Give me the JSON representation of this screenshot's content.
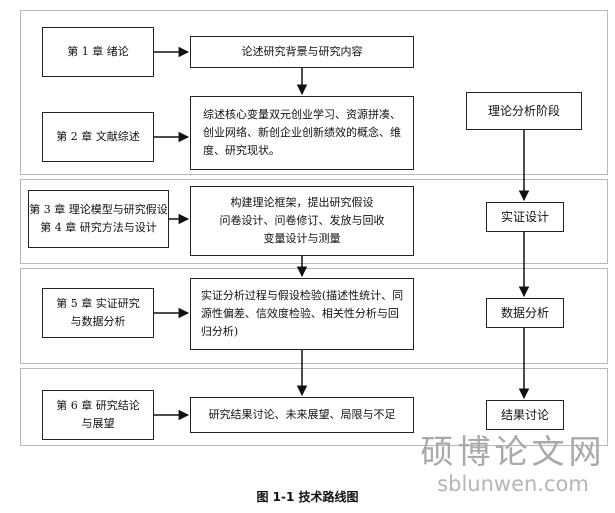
{
  "left": [
    {
      "text": "第 1 章  绪论"
    },
    {
      "text": "第 2 章  文献综述"
    },
    {
      "text": "第 3 章  理论模型与研究假设\n第 4 章  研究方法与设计"
    },
    {
      "text": "第 5 章  实证研究\n与数据分析"
    },
    {
      "text": "第 6 章  研究结论\n与展望"
    }
  ],
  "middle": [
    {
      "text": "论述研究背景与研究内容"
    },
    {
      "text": "综述核心变量双元创业学习、资源拼凑、\n创业网络、新创企业创新绩效的概念、维\n度、研究现状。"
    },
    {
      "text": "构建理论框架，提出研究假设\n问卷设计、问卷修订、发放与回收\n变量设计与测量"
    },
    {
      "text": "实证分析过程与假设检验(描述性统计、同\n源性偏差、信效度检验、相关性分析与回\n归分析)"
    },
    {
      "text": "研究结果讨论、未来展望、局限与不足"
    }
  ],
  "right": [
    {
      "text": "理论分析阶段"
    },
    {
      "text": "实证设计"
    },
    {
      "text": "数据分析"
    },
    {
      "text": "结果讨论"
    }
  ],
  "watermark": {
    "cn": "硕博论文网",
    "en": "sblunwen.com"
  },
  "caption": "图 1-1  技术路线图"
}
